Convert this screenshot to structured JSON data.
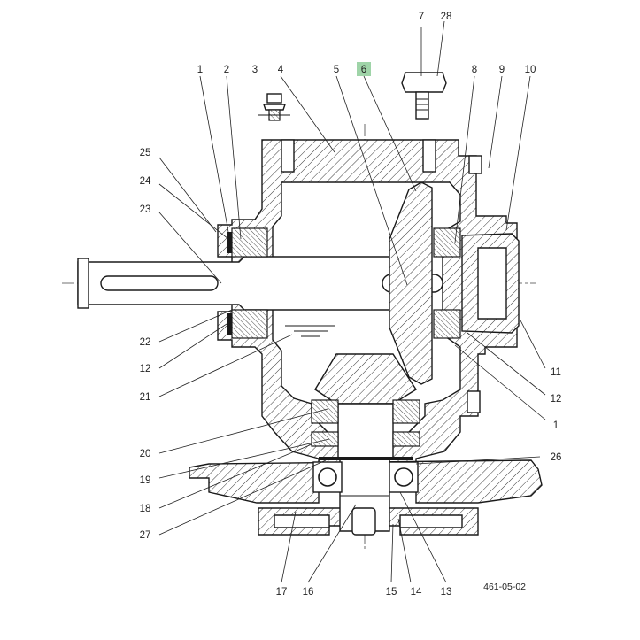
{
  "figure": {
    "document_number": "461-05-02",
    "callouts": [
      {
        "id": "c1a",
        "text": "1"
      },
      {
        "id": "c2",
        "text": "2"
      },
      {
        "id": "c3",
        "text": "3"
      },
      {
        "id": "c4",
        "text": "4"
      },
      {
        "id": "c5",
        "text": "5"
      },
      {
        "id": "c6",
        "text": "6",
        "highlighted": true
      },
      {
        "id": "c7",
        "text": "7"
      },
      {
        "id": "c28",
        "text": "28"
      },
      {
        "id": "c8",
        "text": "8"
      },
      {
        "id": "c9",
        "text": "9"
      },
      {
        "id": "c10",
        "text": "10"
      },
      {
        "id": "c25",
        "text": "25"
      },
      {
        "id": "c24",
        "text": "24"
      },
      {
        "id": "c23",
        "text": "23"
      },
      {
        "id": "c22",
        "text": "22"
      },
      {
        "id": "c12a",
        "text": "12"
      },
      {
        "id": "c21",
        "text": "21"
      },
      {
        "id": "c20",
        "text": "20"
      },
      {
        "id": "c19",
        "text": "19"
      },
      {
        "id": "c18",
        "text": "18"
      },
      {
        "id": "c27",
        "text": "27"
      },
      {
        "id": "c11",
        "text": "11"
      },
      {
        "id": "c12b",
        "text": "12"
      },
      {
        "id": "c1b",
        "text": "1"
      },
      {
        "id": "c26",
        "text": "26"
      },
      {
        "id": "c17",
        "text": "17"
      },
      {
        "id": "c16",
        "text": "16"
      },
      {
        "id": "c15",
        "text": "15"
      },
      {
        "id": "c14",
        "text": "14"
      },
      {
        "id": "c13",
        "text": "13"
      }
    ],
    "colors": {
      "line": "#1a1a1a",
      "highlight": "#9fd4a8",
      "background": "#ffffff"
    }
  }
}
